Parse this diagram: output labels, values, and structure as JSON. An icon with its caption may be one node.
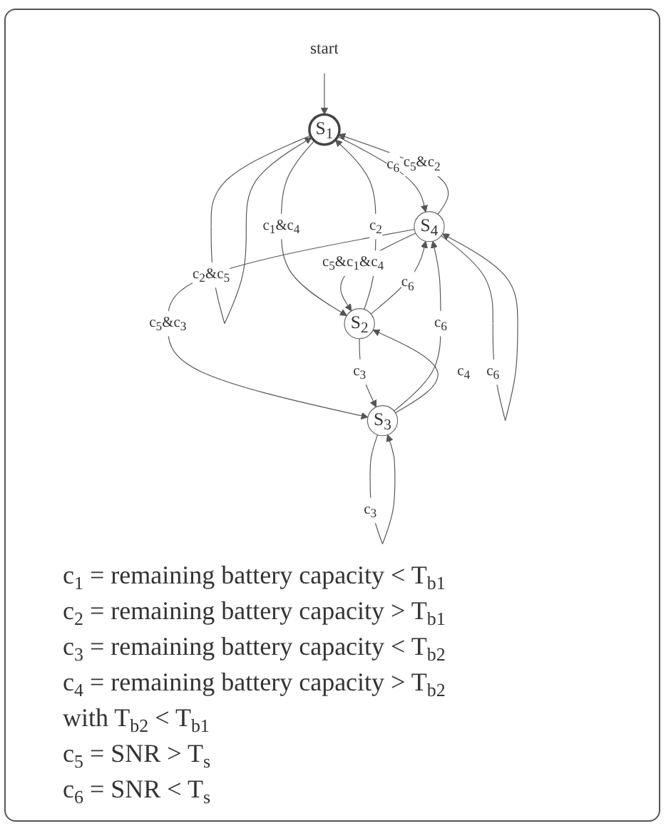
{
  "diagram": {
    "nodes": [
      {
        "text": [
          "start"
        ]
      },
      {
        "text": [
          "S$_{1}$"
        ]
      },
      {
        "text": [
          "S$_{4}$"
        ]
      },
      {
        "text": [
          "S$_{2}$"
        ]
      },
      {
        "text": [
          "S$_{3}$"
        ]
      }
    ],
    "edges": [
      {
        "from": 0,
        "to": 1,
        "arrow": "to"
      },
      {
        "from": 1,
        "to": 1,
        "arrow": "to",
        "label": "c$_{2}$&c$_{5}$"
      },
      {
        "from": 2,
        "to": 2,
        "arrow": "to",
        "label": "c$_{6}$"
      },
      {
        "from": 2,
        "to": 1,
        "arrow": "to",
        "label": "c$_{5}$&c$_{2}$"
      },
      {
        "from": 1,
        "to": 2,
        "arrow": "to",
        "label": "c$_{6}$"
      },
      {
        "from": 1,
        "to": 3,
        "arrow": "to",
        "label": "c$_{1}$&c$_{4}$"
      },
      {
        "from": 3,
        "to": 1,
        "arrow": "to",
        "label": "c$_{2}$"
      },
      {
        "from": 3,
        "to": 2,
        "arrow": "to",
        "label": "c$_{6}$"
      },
      {
        "from": 2,
        "to": 3,
        "arrow": "to",
        "label": "c$_{5}$&c$_{1}$&c$_{4}$"
      },
      {
        "from": 4,
        "to": 2,
        "arrow": "to",
        "label": "c$_{6}$"
      },
      {
        "from": 2,
        "to": 4,
        "arrow": "to",
        "label": "c$_{5}$&c$_{3}$"
      },
      {
        "from": 3,
        "to": 4,
        "arrow": "to",
        "label": "c$_{3}$"
      },
      {
        "from": 4,
        "to": 3,
        "arrow": "to",
        "label": "c$_{4}$"
      },
      {
        "from": 4,
        "to": 4,
        "arrow": "to",
        "label": "c$_{3}$"
      }
    ],
    "labels": [
      "c$_{1}$ = remaining battery capacity < T$_{b1}$",
      "c$_{2}$ = remaining battery capacity > T$_{b1}$",
      "c$_{3}$ = remaining battery capacity < T$_{b2}$",
      "c$_{4}$ = remaining battery capacity > T$_{b2}$",
      "with T$_{b2}$ < T$_{b1}$",
      "c$_{5}$ = SNR > T$_{s}$",
      "c$_{6}$ = SNR < T$_{s}$"
    ]
  }
}
